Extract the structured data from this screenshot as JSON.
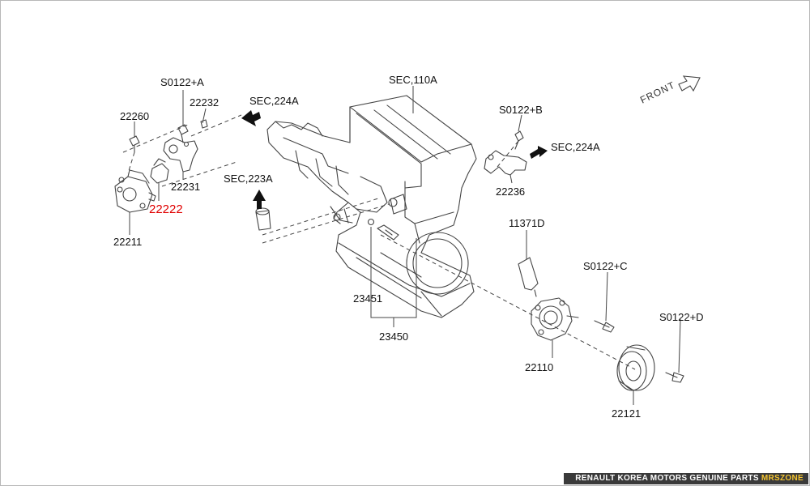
{
  "labels": {
    "s0122a": "S0122+A",
    "p22232": "22232",
    "sec224a_left": "SEC,224A",
    "p22260": "22260",
    "p22231": "22231",
    "p22222": "22222",
    "p22211": "22211",
    "sec223a": "SEC,223A",
    "sec110a": "SEC,110A",
    "s0122b": "S0122+B",
    "sec224a_right": "SEC,224A",
    "p22236": "22236",
    "p11371d": "11371D",
    "s0122c": "S0122+C",
    "s0122d": "S0122+D",
    "p23451": "23451",
    "p23450": "23450",
    "p22110": "22110",
    "p22121": "22121",
    "front": "FRONT"
  },
  "footer": {
    "text": "RENAULT KOREA MOTORS GENUINE PARTS",
    "zone": "MRSZONE"
  },
  "colors": {
    "highlight": "#e00000",
    "footer_bg": "#3a3a3a",
    "footer_accent": "#f4c430"
  }
}
